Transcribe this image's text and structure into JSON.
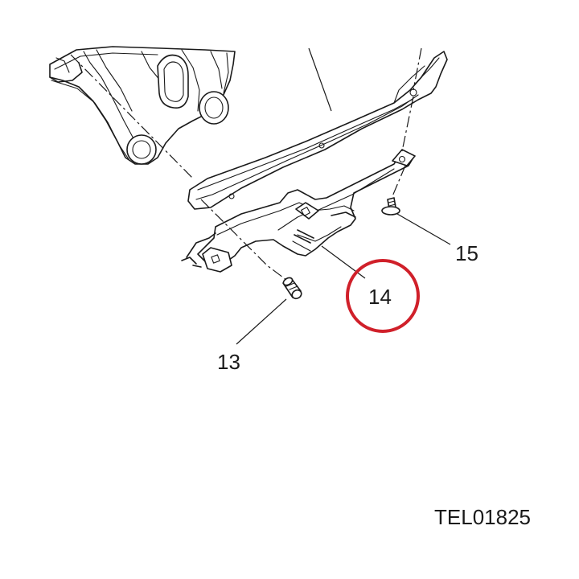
{
  "callouts": [
    {
      "id": "13",
      "label": "13"
    },
    {
      "id": "14",
      "label": "14"
    },
    {
      "id": "15",
      "label": "15"
    }
  ],
  "highlight": {
    "target": "14",
    "color": "#d0202a"
  },
  "reference_code": "TEL01825"
}
